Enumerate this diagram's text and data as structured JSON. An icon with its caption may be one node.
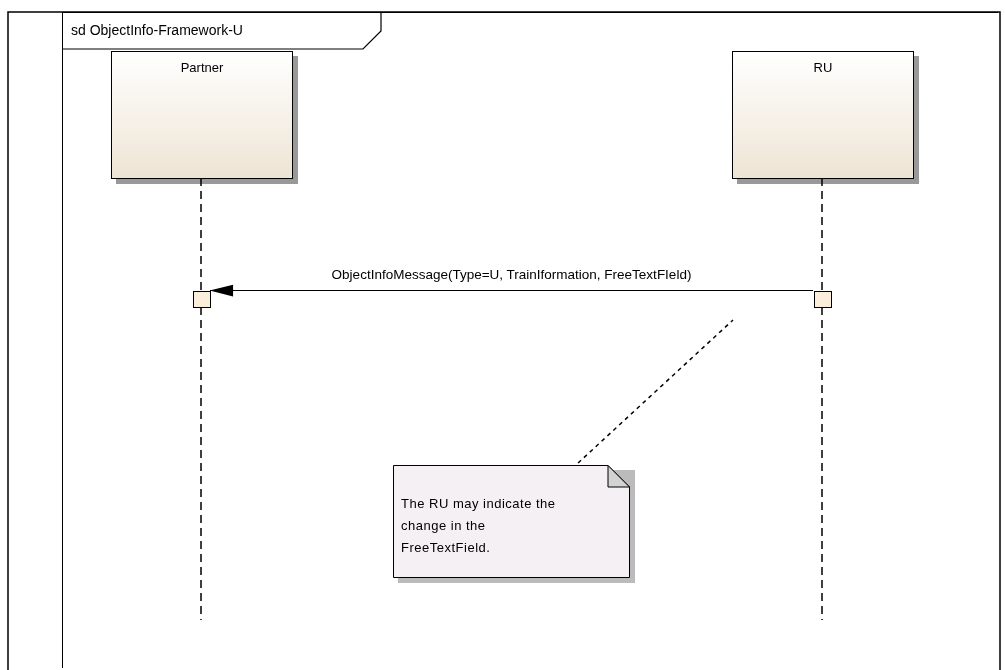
{
  "diagram": {
    "nodes": [
      {
        "text": [
          "sd ObjectInfo-Framework-U"
        ]
      },
      {
        "text": [
          "Partner"
        ],
        "in": 0
      },
      {
        "text": [
          "RU"
        ],
        "in": 0
      },
      {
        "text": [],
        "shape": "box",
        "in": 0
      },
      {
        "text": [],
        "shape": "box",
        "in": 0
      },
      {
        "text": [
          "The RU may indicate the change in the FreeTextField."
        ],
        "in": 0
      }
    ],
    "edges": [
      {
        "from": 4,
        "to": 3,
        "arrow": "to",
        "label": "ObjectInfoMessage(Type=U, TrainIformation, FreeTextFIeld)"
      },
      {
        "from": 5,
        "to": null,
        "arrow": "none",
        "style": "dashed"
      },
      {
        "from": 1,
        "to": 3,
        "arrow": "none",
        "style": "dashed"
      },
      {
        "from": 2,
        "to": 4,
        "arrow": "none",
        "style": "dashed"
      },
      {
        "from": 3,
        "to": null,
        "arrow": "none",
        "style": "dashed"
      },
      {
        "from": 4,
        "to": null,
        "arrow": "none",
        "style": "dashed"
      }
    ]
  }
}
